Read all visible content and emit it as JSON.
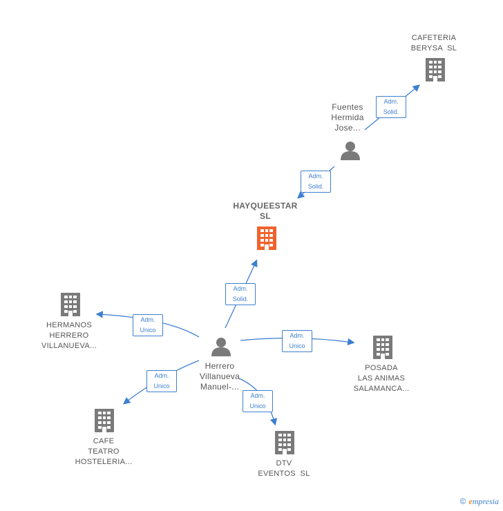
{
  "nodes": {
    "hayqueestar": {
      "label": "HAYQUEESTAR\nSL",
      "type": "company",
      "highlight": true
    },
    "cafeteria": {
      "label": "CAFETERIA\nBERYSA  SL",
      "type": "company"
    },
    "fuentes": {
      "label": "Fuentes\nHermida\nJose...",
      "type": "person"
    },
    "herrero": {
      "label": "Herrero\nVillanueva\nManuel-...",
      "type": "person"
    },
    "hermanos": {
      "label": "HERMANOS\nHERRERO\nVILLANUEVA...",
      "type": "company"
    },
    "posada": {
      "label": "POSADA\nLAS ANIMAS\nSALAMANCA...",
      "type": "company"
    },
    "cafe": {
      "label": "CAFE\nTEATRO\nHOSTELERIA...",
      "type": "company"
    },
    "dtv": {
      "label": "DTV\nEVENTOS  SL",
      "type": "company"
    }
  },
  "relations": {
    "fuentes_cafeteria": {
      "label": "Adm.\nSolid."
    },
    "fuentes_hayqueestar": {
      "label": "Adm.\nSolid."
    },
    "herrero_hayqueestar": {
      "label": "Adm.\nSolid."
    },
    "herrero_hermanos": {
      "label": "Adm.\nUnico"
    },
    "herrero_posada": {
      "label": "Adm.\nUnico"
    },
    "herrero_cafe": {
      "label": "Adm.\nUnico"
    },
    "herrero_dtv": {
      "label": "Adm.\nUnico"
    }
  },
  "colors": {
    "edge": "#3d7fd0",
    "company": "#7a7a7a",
    "highlight": "#f0622d",
    "person": "#7a7a7a"
  },
  "credit": {
    "copyright": "©",
    "brand_initial": "e",
    "brand_rest": "mpresia"
  }
}
